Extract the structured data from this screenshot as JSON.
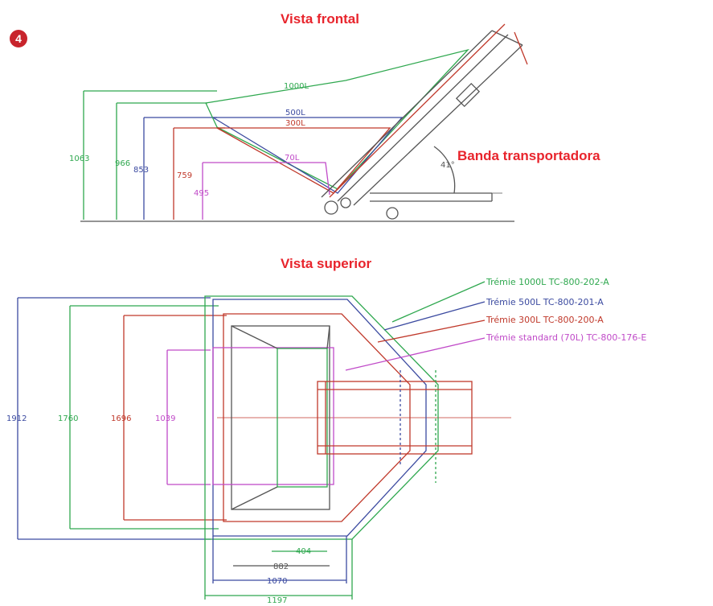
{
  "step_number": "4",
  "headings": {
    "front_view": "Vista frontal",
    "conveyor": "Banda transportadora",
    "top_view": "Vista superior"
  },
  "front_view": {
    "capacities": {
      "c1000": "1000L",
      "c500": "500L",
      "c300": "300L",
      "c70": "70L"
    },
    "heights": {
      "h1000": "1063",
      "h966": "966",
      "h853": "853",
      "h759": "759",
      "h495": "495"
    },
    "angle": "41°"
  },
  "top_view": {
    "widths": {
      "w1000": "1912",
      "w500": "1760",
      "w300": "1696",
      "w70": "1039"
    },
    "depths": {
      "d404": "404",
      "d882": "882",
      "d1070": "1070",
      "d1197": "1197"
    },
    "legend": [
      {
        "label": "Trémie 1000L  TC-800-202-A",
        "color": "#2fa84f"
      },
      {
        "label": "Trémie 500L  TC-800-201-A",
        "color": "#3b4aa0"
      },
      {
        "label": "Trémie 300L  TC-800-200-A",
        "color": "#c0392b"
      },
      {
        "label": "Trémie standard (70L) TC-800-176-E",
        "color": "#c04ac8"
      }
    ]
  },
  "colors": {
    "green": "#2fa84f",
    "blue": "#3b4aa0",
    "red": "#c0392b",
    "magenta": "#c04ac8",
    "line": "#555555",
    "accent": "#e8242c"
  }
}
